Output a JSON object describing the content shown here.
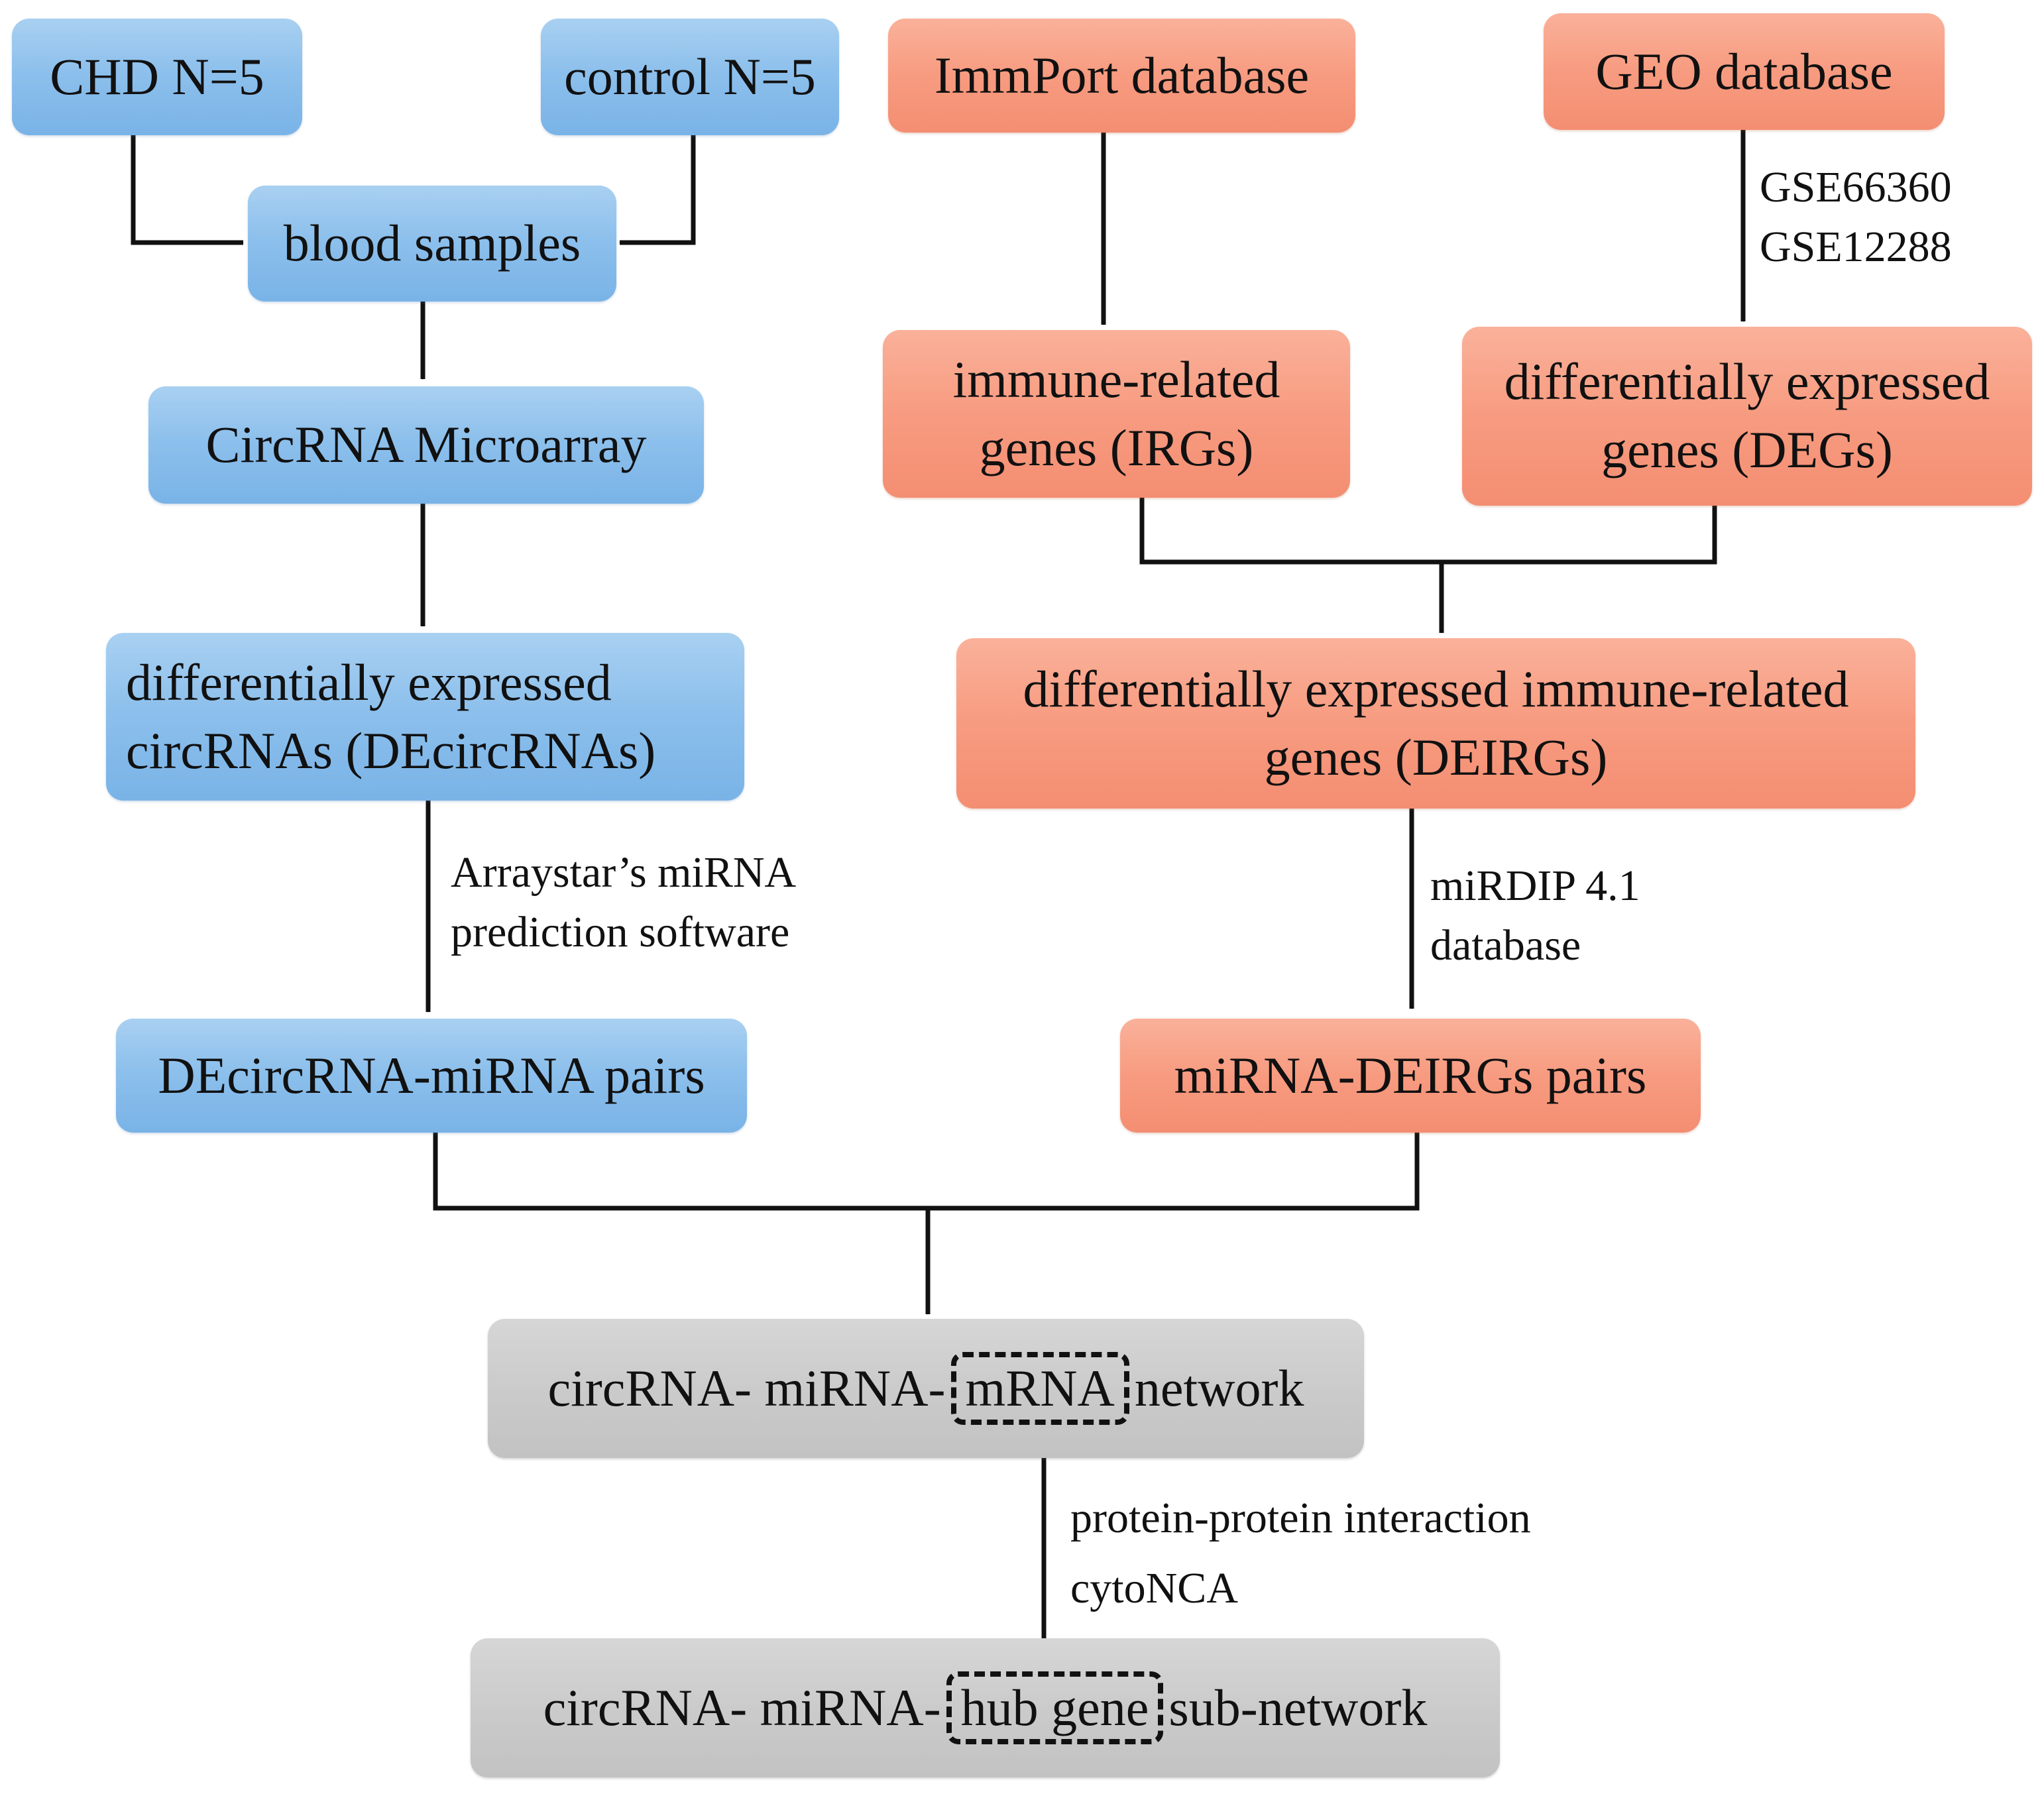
{
  "colors": {
    "blue_box": "#8dc0ec",
    "orange_box": "#f79b80",
    "gray_box": "#cbcbcb",
    "line": "#111111"
  },
  "nodes": {
    "chd": "CHD N=5",
    "control": "control N=5",
    "blood_samples": "blood samples",
    "microarray": "CircRNA Microarray",
    "decircrnas": [
      "differentially expressed",
      "circRNAs (DEcircRNAs)"
    ],
    "decirc_mirna_pairs": "DEcircRNA-miRNA pairs",
    "immport": "ImmPort database",
    "geo": "GEO database",
    "irgs": [
      "immune-related",
      "genes (IRGs)"
    ],
    "degs": [
      "differentially expressed",
      "genes (DEGs)"
    ],
    "deirgs": [
      "differentially expressed immune-related",
      "genes (DEIRGs)"
    ],
    "mirna_deirgs_pairs": "miRNA-DEIRGs pairs",
    "network": {
      "prefix": "circRNA- miRNA-",
      "highlight": "mRNA",
      "suffix": "network"
    },
    "subnetwork": {
      "prefix": "circRNA- miRNA-",
      "highlight": "hub gene",
      "suffix": "sub-network"
    }
  },
  "edge_labels": {
    "geo_datasets": [
      "GSE66360",
      "GSE12288"
    ],
    "arraystar": [
      "Arraystar’s miRNA",
      "prediction software"
    ],
    "mirdip": [
      "miRDIP 4.1",
      "database"
    ],
    "ppi": [
      "protein-protein interaction",
      "cytoNCA"
    ]
  }
}
